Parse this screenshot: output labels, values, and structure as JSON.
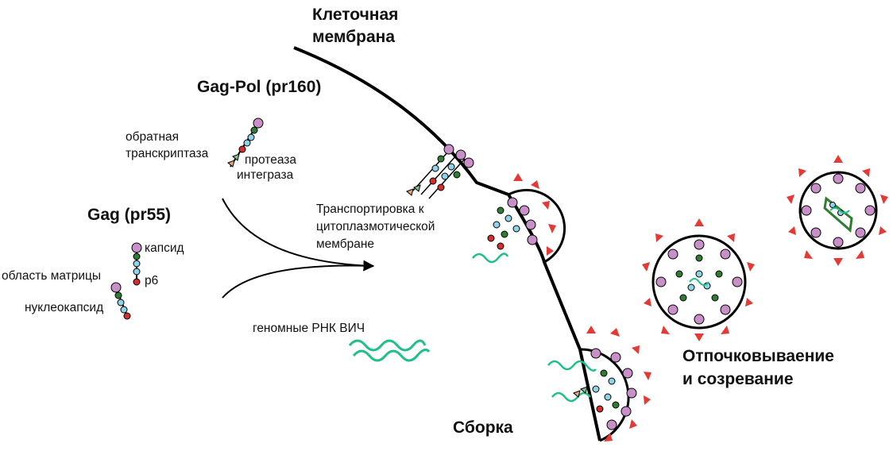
{
  "labels": {
    "membrane_line1": "Клеточная",
    "membrane_line2": "мембрана",
    "gagpol": "Gag-Pol (pr160)",
    "reverse_transcriptase_line1": "обратная",
    "reverse_transcriptase_line2": "транскриптаза",
    "protease": "протеаза",
    "integrase": "интеграза",
    "gag": "Gag (pr55)",
    "capsid": "капсид",
    "matrix": "область матрицы",
    "p6": "p6",
    "nucleocapsid": "нуклеокапсид",
    "transport_line1": "Транспортировка к",
    "transport_line2": "цитоплазмотической",
    "transport_line3": "мембране",
    "genomic_rna": "геномные РНК ВИЧ",
    "assembly": "Сборка",
    "budding_line1": "Отпочковываение",
    "budding_line2": "и созревание"
  },
  "colors": {
    "capsid": "#c98fc9",
    "matrix_green": "#2e7d32",
    "nucleocapsid": "#8fd3e8",
    "p6_red": "#d32f2f",
    "protease_triangle": "#e6a57a",
    "integrase_triangle": "#7fbf8f",
    "envelope_spike": "#e53935",
    "rna": "#1fbf8a",
    "membrane": "#000000"
  }
}
